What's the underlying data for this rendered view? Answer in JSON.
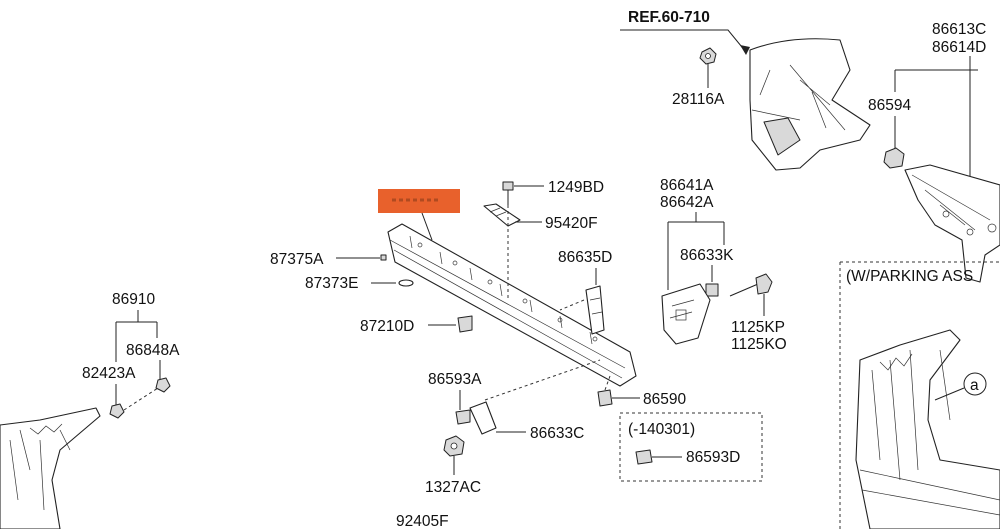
{
  "diagram": {
    "ref_label": "REF.60-710",
    "highlight_color": "#e8612c",
    "parts": {
      "p28116A": "28116A",
      "p86613C": "86613C",
      "p86614D": "86614D",
      "p86594": "86594",
      "p1249BD": "1249BD",
      "p95420F": "95420F",
      "p86641A": "86641A",
      "p86642A": "86642A",
      "p87375A": "87375A",
      "p87373E": "87373E",
      "p86635D": "86635D",
      "p86633K": "86633K",
      "p1125KP": "1125KP",
      "p1125KO": "1125KO",
      "p87210D": "87210D",
      "p86910": "86910",
      "p86848A": "86848A",
      "p82423A": "82423A",
      "p86593A": "86593A",
      "p86590": "86590",
      "p86633C": "86633C",
      "p1327AC": "1327AC",
      "p92405F": "92405F",
      "p86593D": "86593D"
    },
    "boxes": {
      "date_box": "(-140301)",
      "parking_box": "(W/PARKING ASS"
    },
    "callout": "a"
  }
}
